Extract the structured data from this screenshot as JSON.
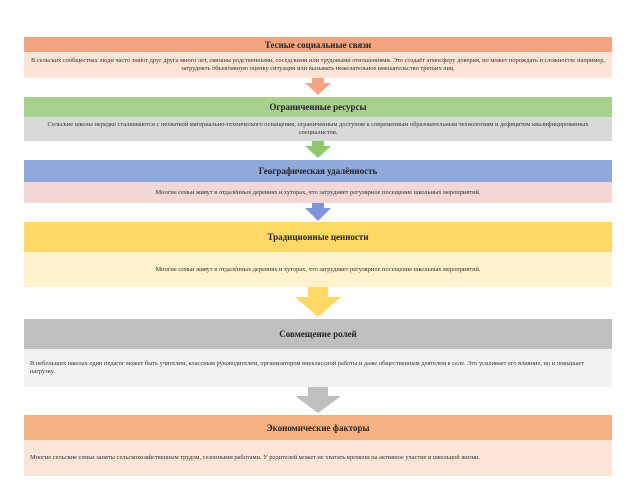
{
  "blocks": [
    {
      "title": "Тесные социальные связи",
      "text": "В сельских сообществах люди часто знают друг друга много лет, связаны родственными, соседскими или трудовыми отношениями. Это создаёт атмосферу доверия, но может порождать и сложности: например, затруднять объективную оценку ситуации или вызывать нежелательное вмешательство третьих лиц."
    },
    {
      "title": "Ограниченные ресурсы",
      "text": "Сельские школы нередко сталкиваются с нехваткой материально-технического оснащения, ограниченным доступом к современным образовательным технологиям и дефицитом квалифицированных специалистов."
    },
    {
      "title": "Географическая удалённость",
      "text": "Многие семьи живут в отдалённых деревнях и хуторах, что затрудняет регулярное посещение школьных мероприятий."
    },
    {
      "title": "Традиционные ценности",
      "text": "Многие семьи живут в отдалённых деревнях и хуторах, что затрудняет регулярное посещение школьных мероприятий."
    },
    {
      "title": "Совмещение ролей",
      "text": "В небольших школах один педагог может быть учителем, классным руководителем, организатором внеклассной работы и даже общественным деятелем в селе. Это усиливает его влияние, но и повышает нагрузку."
    },
    {
      "title": "Экономические факторы",
      "text": "Многие сельские семьи заняты сельскохозяйственным трудом, сезонными работами. У родителей может не хватать времени на активное участие в школьной жизни."
    }
  ],
  "colors": {
    "block1_header": "#f4a582",
    "block1_body": "#fbe3d6",
    "block2_header": "#a9d18e",
    "block2_body": "#d9d9d9",
    "block3_header": "#8fa9dc",
    "block3_body": "#f2d7d5",
    "block4_header": "#ffd966",
    "block4_body": "#fff2cc",
    "block5_header": "#bfbfbf",
    "block5_body": "#f2f2f2",
    "block6_header": "#f4b183",
    "block6_body": "#fbe5d6",
    "arrow1": "#f4a582",
    "arrow2": "#8fc86a",
    "arrow3": "#7d97d8",
    "arrow4": "#ffd966",
    "arrow5": "#bfbfbf"
  }
}
